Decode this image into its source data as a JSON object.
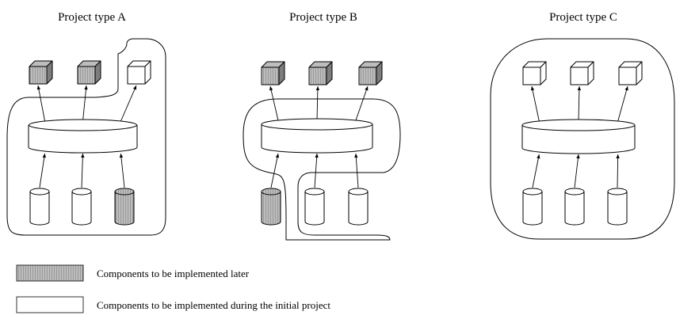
{
  "colors": {
    "hatched_base": "#9a9a9a",
    "hatched_line": "#e6e6e6",
    "plain": "#ffffff",
    "stroke": "#000000"
  },
  "projects": [
    {
      "title": "Project type A",
      "components": [
        "hatched",
        "hatched",
        "plain"
      ],
      "databases": [
        "plain",
        "plain",
        "hatched"
      ]
    },
    {
      "title": "Project type B",
      "components": [
        "hatched",
        "hatched",
        "hatched"
      ],
      "databases": [
        "hatched",
        "plain",
        "plain"
      ]
    },
    {
      "title": "Project type C",
      "components": [
        "plain",
        "plain",
        "plain"
      ],
      "databases": [
        "plain",
        "plain",
        "plain"
      ]
    }
  ],
  "legend": {
    "later": "Components to be implemented later",
    "initial": "Components to be implemented during the initial project"
  }
}
